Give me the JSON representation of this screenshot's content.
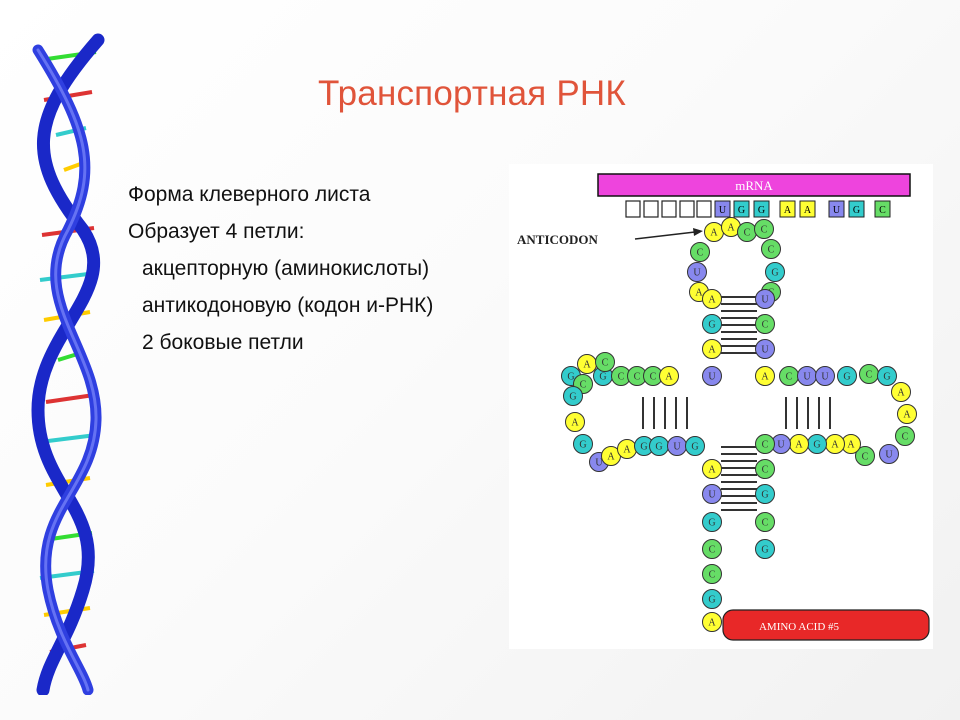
{
  "slide": {
    "title": "Транспортная РНК",
    "bullets": [
      "Форма клеверного листа",
      "Образует 4 петли:",
      "акцепторную (аминокислоты)",
      "антикодоновую (кодон и-РНК)",
      "2 боковые петли"
    ]
  },
  "diagram": {
    "mrna_label": "mRNA",
    "anticodon_label": "ANTICODON",
    "amino_acid_label": "AMINO ACID #5",
    "mrna_codons": [
      "U",
      "G",
      "G",
      "A",
      "A",
      "U",
      "G",
      "C"
    ],
    "colors": {
      "A": "#ffff33",
      "C": "#66dd66",
      "G": "#33cccc",
      "U": "#8888ee",
      "mrna_bar": "#ee44dd",
      "amino_bar": "#e82828",
      "title": "#e0543a"
    }
  }
}
